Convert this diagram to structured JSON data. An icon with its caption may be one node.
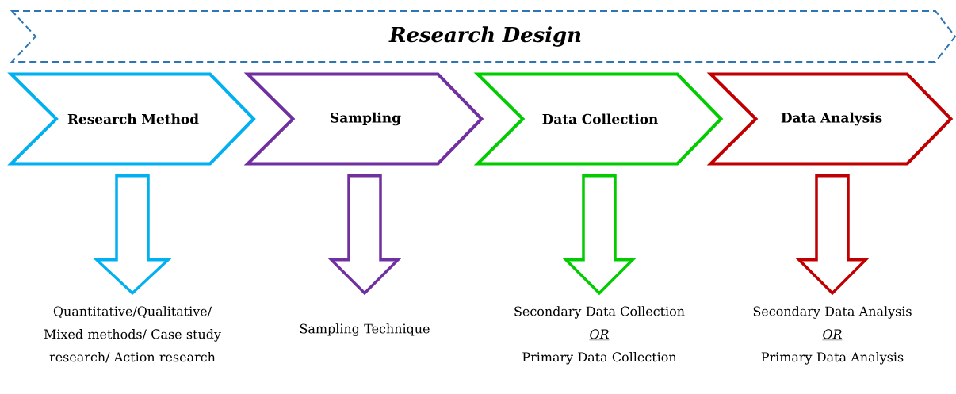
{
  "diagram": {
    "nodes": [
      {
        "text": [
          "Research Design"
        ]
      },
      {
        "text": [
          "Research Method"
        ]
      },
      {
        "text": [
          "Sampling"
        ]
      },
      {
        "text": [
          "Data Collection"
        ]
      },
      {
        "text": [
          "Data Analysis"
        ]
      },
      {
        "text": [
          "Quantitative/Qualitative/ Mixed methods/ Case study research/ Action research"
        ]
      },
      {
        "text": [
          "Sampling Technique"
        ]
      },
      {
        "text": [
          "Secondary Data Collection",
          "OR",
          "Primary Data Collection"
        ]
      },
      {
        "text": [
          "Secondary Data Analysis",
          "OR",
          "Primary Data Analysis"
        ]
      }
    ],
    "edges": [
      {
        "from": 1,
        "to": 5,
        "arrow": "to",
        "color": "#00b0f0"
      },
      {
        "from": 2,
        "to": 6,
        "arrow": "to",
        "color": "#7030a0"
      },
      {
        "from": 3,
        "to": 7,
        "arrow": "to",
        "color": "#00cc00"
      },
      {
        "from": 4,
        "to": 8,
        "arrow": "to",
        "color": "#c00000"
      }
    ]
  }
}
